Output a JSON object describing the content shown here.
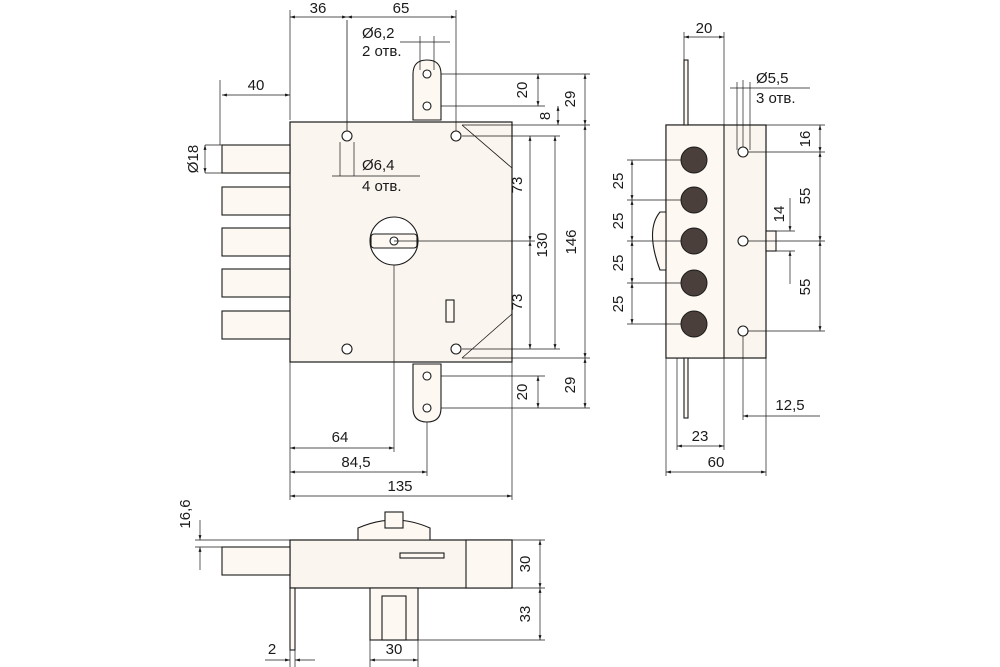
{
  "front_view": {
    "d36": "36",
    "d65": "65",
    "d40": "40",
    "d18": "Ø18",
    "hole62_dia": "Ø6,2",
    "hole62_count": "2 отв.",
    "hole64_dia": "Ø6,4",
    "hole64_count": "4 отв.",
    "d20_top": "20",
    "d8": "8",
    "d29_top": "29",
    "d73_top": "73",
    "d130": "130",
    "d146": "146",
    "d73_bot": "73",
    "d20_bot": "20",
    "d29_bot": "29",
    "d64": "64",
    "d84_5": "84,5",
    "d135": "135"
  },
  "side_view": {
    "d20": "20",
    "hole55_dia": "Ø5,5",
    "hole55_count": "3 отв.",
    "d16": "16",
    "d55_top": "55",
    "d14": "14",
    "d55_bot": "55",
    "d25_1": "25",
    "d25_2": "25",
    "d25_3": "25",
    "d25_4": "25",
    "d12_5": "12,5",
    "d23": "23",
    "d60": "60"
  },
  "bottom_view": {
    "d16_6": "16,6",
    "d30_right": "30",
    "d33": "33",
    "d2": "2",
    "d30_bottom": "30"
  }
}
